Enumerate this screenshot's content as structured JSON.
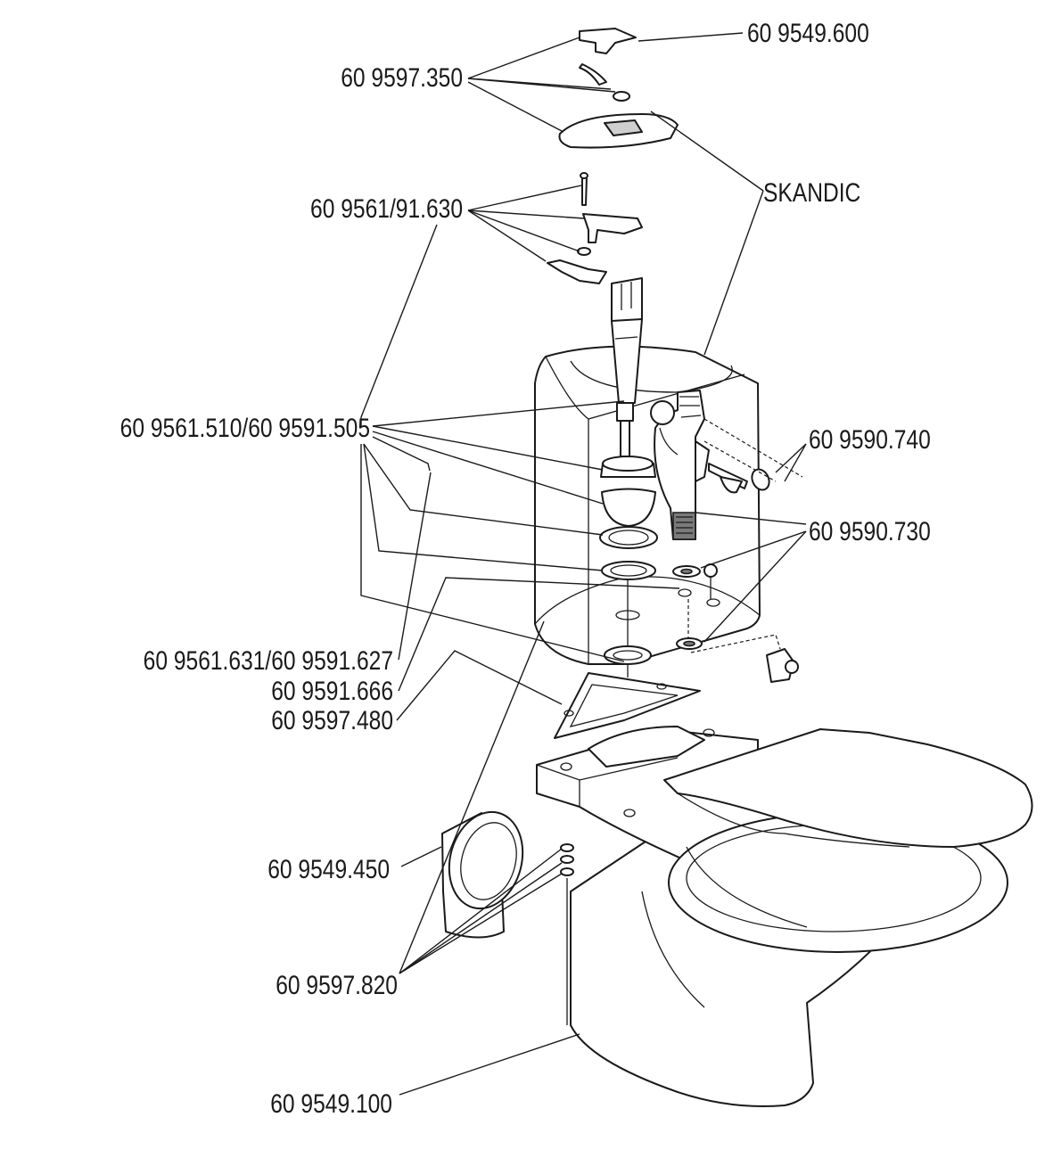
{
  "labels": {
    "p_609549600": "60 9549.600",
    "p_609597350": "60 9597.350",
    "p_skandic": "SKANDIC",
    "p_6095619163": "60 9561/91.630",
    "p_6095615105": "60 9561.510/60 9591.505",
    "p_609590740": "60 9590.740",
    "p_609590730": "60 9590.730",
    "p_6095616316": "60 9561.631/60 9591.627",
    "p_609591666": "60 9591.666",
    "p_609597480": "60 9597.480",
    "p_609549450": "60 9549.450",
    "p_609597820": "60 9597.820",
    "p_609549100": "60 9549.100"
  },
  "colors": {
    "line": "#1a1a1a",
    "fill_light": "#cfcfcf",
    "fill_dark": "#7a7a7a",
    "background": "#ffffff"
  }
}
